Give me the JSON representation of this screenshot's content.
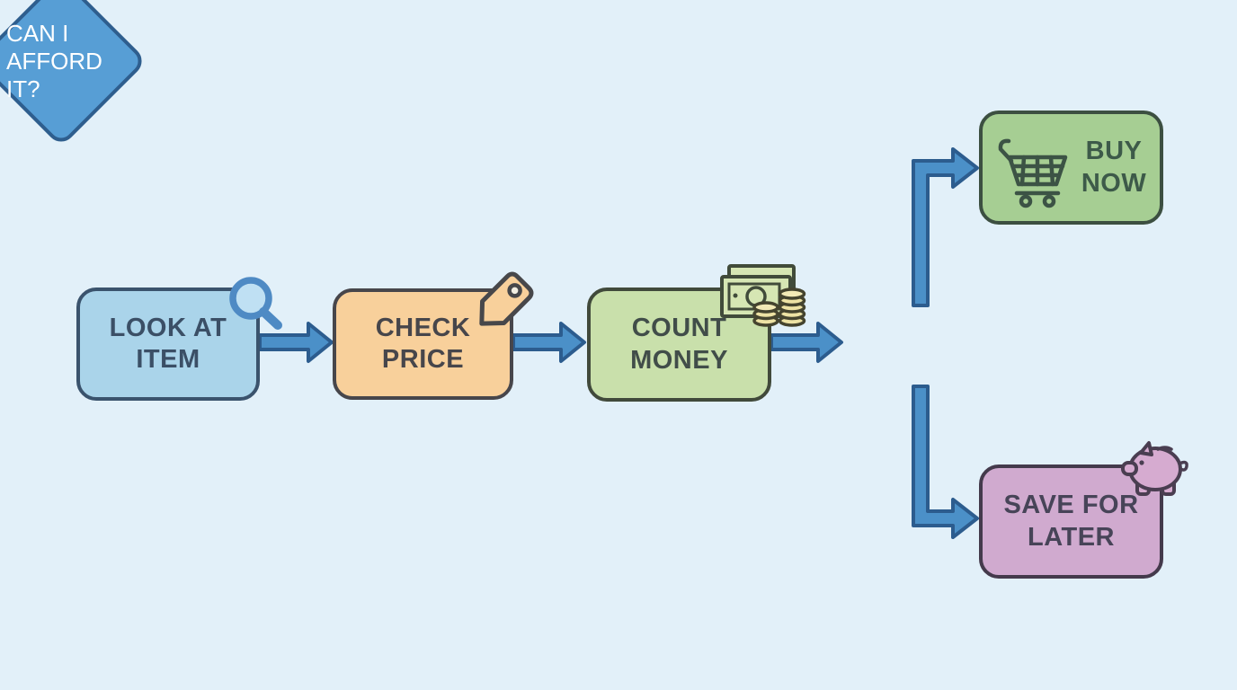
{
  "diagram": {
    "description": "Shopping decision flowchart",
    "colors": {
      "background": "#e2f0f9",
      "arrow_fill": "#4b90c8",
      "arrow_stroke": "#2c5c8e"
    },
    "nodes": {
      "look_at_item": {
        "label": "LOOK AT ITEM",
        "fill": "#aad4ea",
        "border": "#3a536d",
        "icon": "magnifier-icon"
      },
      "check_price": {
        "label": "CHECK PRICE",
        "fill": "#f8d09b",
        "border": "#47464b",
        "icon": "price-tag-icon"
      },
      "count_money": {
        "label": "COUNT MONEY",
        "fill": "#c9e0ab",
        "border": "#414a3b",
        "icon": "money-icon"
      },
      "afford_decision": {
        "label": "CAN I AFFORD IT?",
        "fill": "#579ed5",
        "border": "#2e5e8e",
        "text_color": "#ffffff"
      },
      "buy_now": {
        "label": "BUY NOW",
        "fill": "#a6ce93",
        "border": "#3c4f41",
        "icon": "cart-icon"
      },
      "save_for_later": {
        "label": "SAVE FOR LATER",
        "fill": "#d0aacf",
        "border": "#443a4c",
        "icon": "piggy-bank-icon"
      }
    },
    "edges": [
      {
        "from": "look_at_item",
        "to": "check_price"
      },
      {
        "from": "check_price",
        "to": "count_money"
      },
      {
        "from": "count_money",
        "to": "afford_decision"
      },
      {
        "from": "afford_decision",
        "to": "buy_now"
      },
      {
        "from": "afford_decision",
        "to": "save_for_later"
      }
    ]
  }
}
